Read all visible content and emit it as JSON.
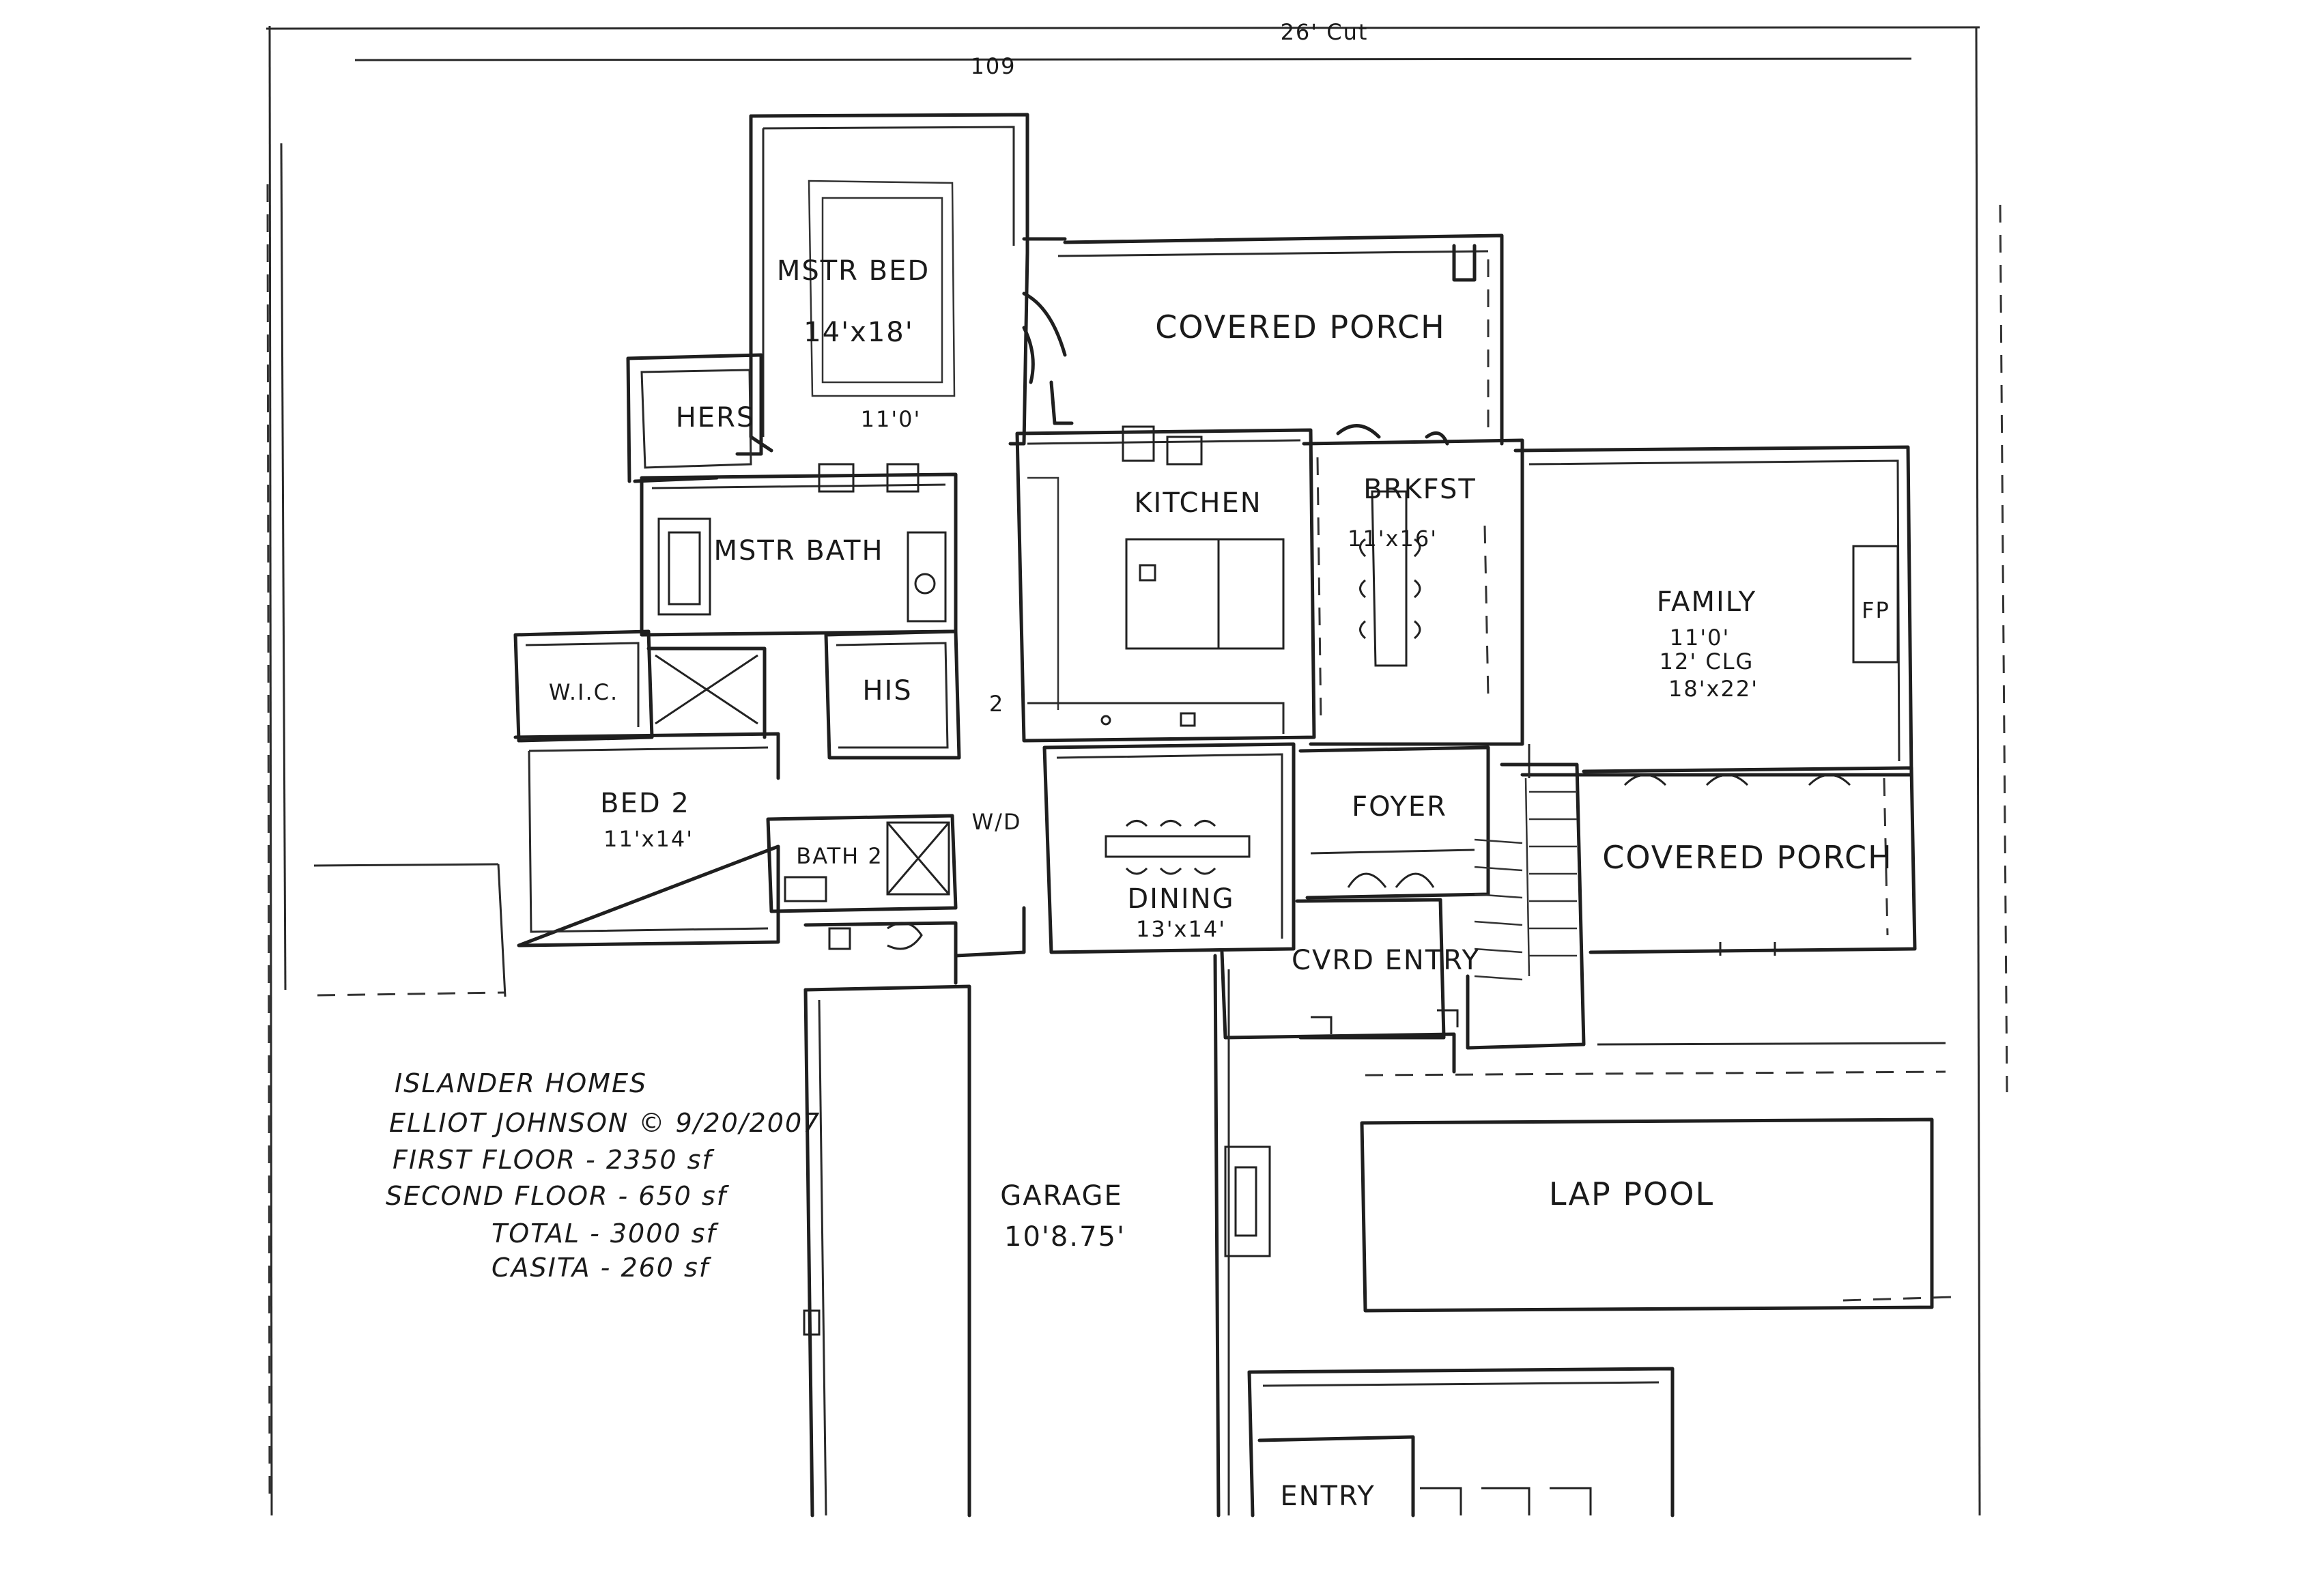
{
  "top_dimension": "26' Cut",
  "top_marker": "109",
  "rooms": {
    "master_bed": {
      "name": "MSTR BED",
      "size": "14'x18'",
      "ceiling": "11'0'"
    },
    "covered_porch_top": {
      "name": "COVERED PORCH"
    },
    "hers": {
      "name": "HERS"
    },
    "master_bath": {
      "name": "MSTR BATH"
    },
    "kitchen": {
      "name": "KITCHEN"
    },
    "breakfast": {
      "name": "BRKFST",
      "size": "11'x16'"
    },
    "family": {
      "name": "FAMILY",
      "ceiling": "11'0'",
      "ceiling2": "12' CLG",
      "size": "18'x22'",
      "fireplace": "FP"
    },
    "wic": {
      "name": "W.I.C."
    },
    "his": {
      "name": "HIS"
    },
    "bed2": {
      "name": "BED 2",
      "size": "11'x14'"
    },
    "bath2": {
      "name": "BATH 2"
    },
    "foyer": {
      "name": "FOYER"
    },
    "dining": {
      "name": "DINING",
      "size": "13'x14'"
    },
    "covered_porch_right": {
      "name": "COVERED PORCH"
    },
    "covd_entry": {
      "name": "CVRD ENTRY"
    },
    "garage": {
      "name": "GARAGE",
      "size": "10'8.75'"
    },
    "lap_pool": {
      "name": "LAP POOL"
    },
    "casita_entry": {
      "name": "ENTRY"
    },
    "misc_wd": "W/D",
    "misc_two": "2"
  },
  "notes": [
    "ISLANDER HOMES",
    "ELLIOT JOHNSON © 9/20/2007",
    "FIRST FLOOR - 2350 sf",
    "SECOND FLOOR - 650 sf",
    "TOTAL - 3000 sf",
    "CASITA - 260 sf"
  ]
}
